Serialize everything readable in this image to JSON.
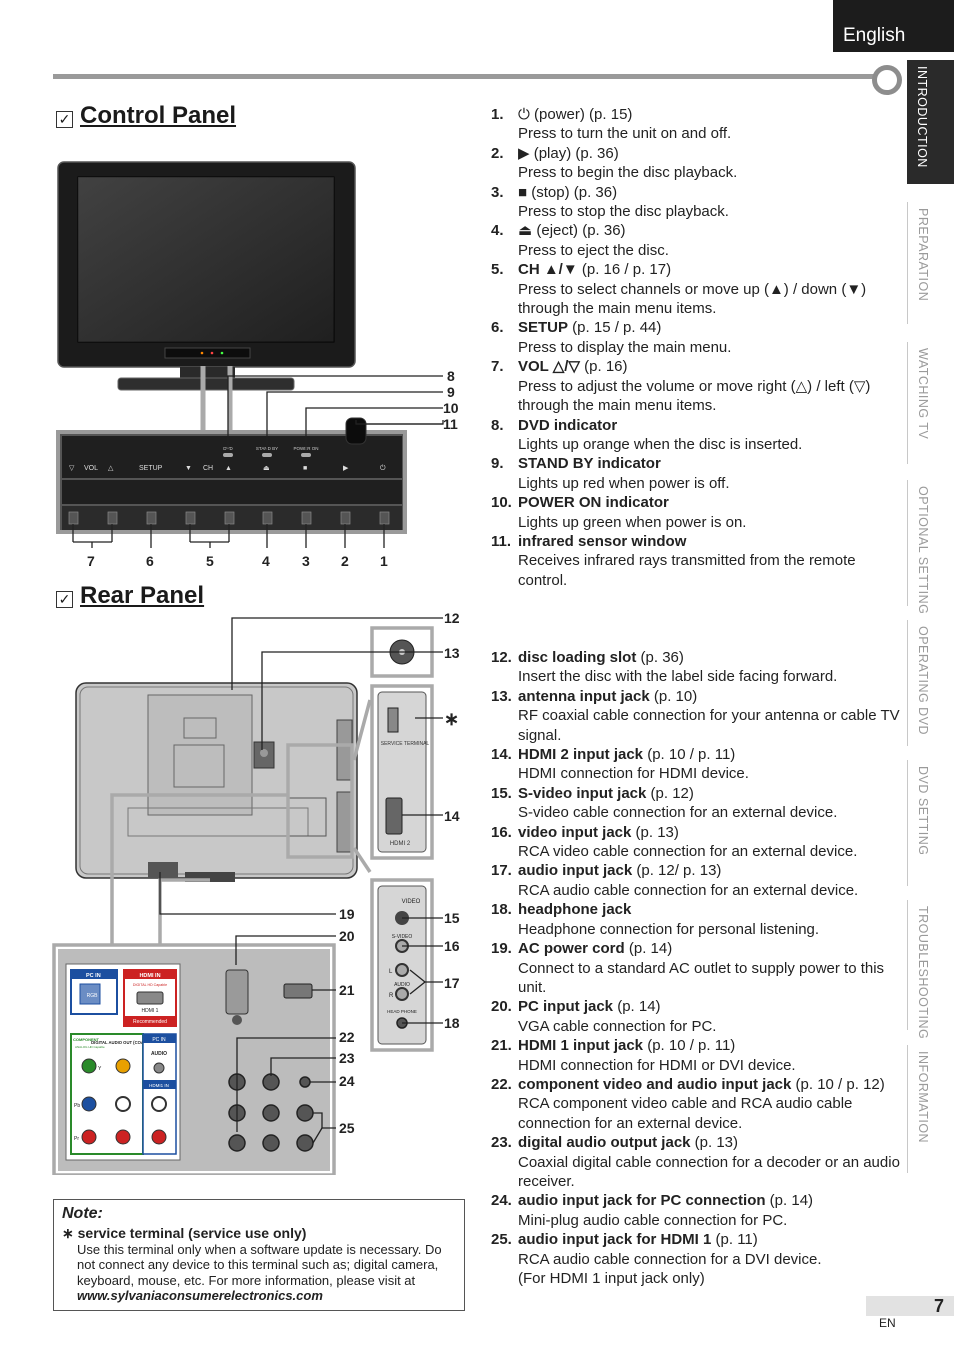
{
  "header": {
    "language": "English",
    "page_number": "7",
    "page_lang_code": "EN"
  },
  "side_tabs": [
    {
      "label": "INTRODUCTION",
      "active": true
    },
    {
      "label": "PREPARATION",
      "active": false
    },
    {
      "label": "WATCHING  TV",
      "active": false
    },
    {
      "label": "OPTIONAL  SETTING",
      "active": false
    },
    {
      "label": "OPERATING  DVD",
      "active": false
    },
    {
      "label": "DVD  SETTING",
      "active": false
    },
    {
      "label": "TROUBLESHOOTING",
      "active": false
    },
    {
      "label": "INFORMATION",
      "active": false
    }
  ],
  "control_panel": {
    "title": "Control Panel",
    "panel_labels": {
      "vol": "VOL",
      "setup": "SETUP",
      "ch": "CH",
      "dvd": "DVD",
      "stand_by": "STAND BY",
      "power_on": "POWER ON"
    },
    "callouts_right": [
      "8",
      "9",
      "10",
      "11"
    ],
    "callouts_bottom": [
      "7",
      "6",
      "5",
      "4",
      "3",
      "2",
      "1"
    ],
    "items": [
      {
        "num": "1.",
        "name": "",
        "symbol": "⏻",
        "ref": " (power) (p. 15)",
        "desc": "Press to turn the unit on and off."
      },
      {
        "num": "2.",
        "name": "",
        "symbol": "▶",
        "ref": " (play) (p. 36)",
        "desc": "Press to begin the disc playback."
      },
      {
        "num": "3.",
        "name": "",
        "symbol": "■",
        "ref": " (stop) (p. 36)",
        "desc": "Press to stop the disc playback."
      },
      {
        "num": "4.",
        "name": "",
        "symbol": "⏏",
        "ref": " (eject) (p. 36)",
        "desc": "Press to eject the disc."
      },
      {
        "num": "5.",
        "name": "CH ▲/▼",
        "symbol": "",
        "ref": " (p. 16 / p. 17)",
        "desc": "Press to select channels or move up (▲) / down (▼) through the main menu items."
      },
      {
        "num": "6.",
        "name": "SETUP",
        "symbol": "",
        "ref": " (p. 15 / p. 44)",
        "desc": "Press to display the main menu."
      },
      {
        "num": "7.",
        "name": "VOL △/▽",
        "symbol": "",
        "ref": " (p. 16)",
        "desc": "Press to adjust the volume or move right (△) / left (▽) through the main menu items."
      },
      {
        "num": "8.",
        "name": "DVD indicator",
        "symbol": "",
        "ref": "",
        "desc": "Lights up orange when the disc is inserted."
      },
      {
        "num": "9.",
        "name": "STAND BY indicator",
        "symbol": "",
        "ref": "",
        "desc": "Lights up red when power is off."
      },
      {
        "num": "10.",
        "name": "POWER ON indicator",
        "symbol": "",
        "ref": "",
        "desc": "Lights up green when power is on."
      },
      {
        "num": "11.",
        "name": "infrared sensor window",
        "symbol": "",
        "ref": "",
        "desc": "Receives infrared rays transmitted from the remote control."
      }
    ]
  },
  "rear_panel": {
    "title": "Rear Panel",
    "callouts": [
      "12",
      "13",
      "∗",
      "14",
      "15",
      "16",
      "17",
      "18",
      "19",
      "20",
      "21",
      "22",
      "23",
      "24",
      "25"
    ],
    "jack_labels": {
      "service_terminal": "SERVICE TERMINAL",
      "hdmi2": "HDMI 2",
      "video": "VIDEO",
      "s_video": "S-VIDEO",
      "audio": "AUDIO",
      "l": "L",
      "r": "R",
      "head_phone": "HEAD PHONE",
      "pc_in": "PC IN",
      "rgb": "RGB",
      "hdmi_in": "HDMI IN",
      "digital_hd_capable": "DIGITAL HD Capable",
      "hdmi1": "HDMI 1",
      "recommended": "Recommended",
      "component": "COMPONENT",
      "analog_hd_capable": "ANALOG HD Capable",
      "digital_audio_out": "DIGITAL AUDIO OUT (COAXIAL)",
      "audio_label": "AUDIO",
      "pc_in2": "PC IN",
      "hdmi1_in": "HDMI1 IN",
      "y": "Y",
      "pb": "Pb",
      "pr": "Pr"
    },
    "items": [
      {
        "num": "12.",
        "name": "disc loading slot",
        "ref": " (p. 36)",
        "desc": "Insert the disc with the label side facing forward."
      },
      {
        "num": "13.",
        "name": "antenna input jack",
        "ref": " (p. 10)",
        "desc": "RF coaxial cable connection for your antenna or cable TV signal."
      },
      {
        "num": "14.",
        "name": "HDMI 2 input jack",
        "ref": " (p. 10 / p. 11)",
        "desc": "HDMI connection for HDMI device."
      },
      {
        "num": "15.",
        "name": "S-video input jack",
        "ref": " (p. 12)",
        "desc": "S-video cable connection for an external device."
      },
      {
        "num": "16.",
        "name": "video input jack",
        "ref": " (p. 13)",
        "desc": "RCA video cable connection for an external device."
      },
      {
        "num": "17.",
        "name": "audio input jack",
        "ref": " (p. 12/ p. 13)",
        "desc": "RCA audio cable connection for an external device."
      },
      {
        "num": "18.",
        "name": "headphone jack",
        "ref": "",
        "desc": "Headphone connection for personal listening."
      },
      {
        "num": "19.",
        "name": "AC power cord",
        "ref": " (p. 14)",
        "desc": "Connect to a standard AC outlet to supply power to this unit."
      },
      {
        "num": "20.",
        "name": "PC input jack",
        "ref": " (p. 14)",
        "desc": "VGA cable connection for PC."
      },
      {
        "num": "21.",
        "name": "HDMI 1 input jack",
        "ref": " (p. 10 / p. 11)",
        "desc": "HDMI connection for HDMI or DVI device."
      },
      {
        "num": "22.",
        "name": "component video and audio input jack",
        "ref": " (p. 10 / p. 12)",
        "desc": "RCA component video cable and RCA audio cable connection for an external device."
      },
      {
        "num": "23.",
        "name": "digital audio output jack",
        "ref": " (p. 13)",
        "desc": "Coaxial digital cable connection for a decoder or an audio receiver."
      },
      {
        "num": "24.",
        "name": "audio input jack for PC connection",
        "ref": " (p. 14)",
        "desc": "Mini-plug audio cable connection for PC."
      },
      {
        "num": "25.",
        "name": "audio input jack for HDMI 1",
        "ref": " (p. 11)",
        "desc": "RCA audio cable connection for a DVI device.\n(For HDMI 1 input jack only)"
      }
    ]
  },
  "note": {
    "title": "Note:",
    "heading": "∗ service terminal (service use only)",
    "body": "Use this terminal only when a software update is necessary. Do not connect any device to this terminal such as; digital camera, keyboard, mouse, etc. For more information, please visit at ",
    "url": "www.sylvaniaconsumerelectronics.com"
  }
}
